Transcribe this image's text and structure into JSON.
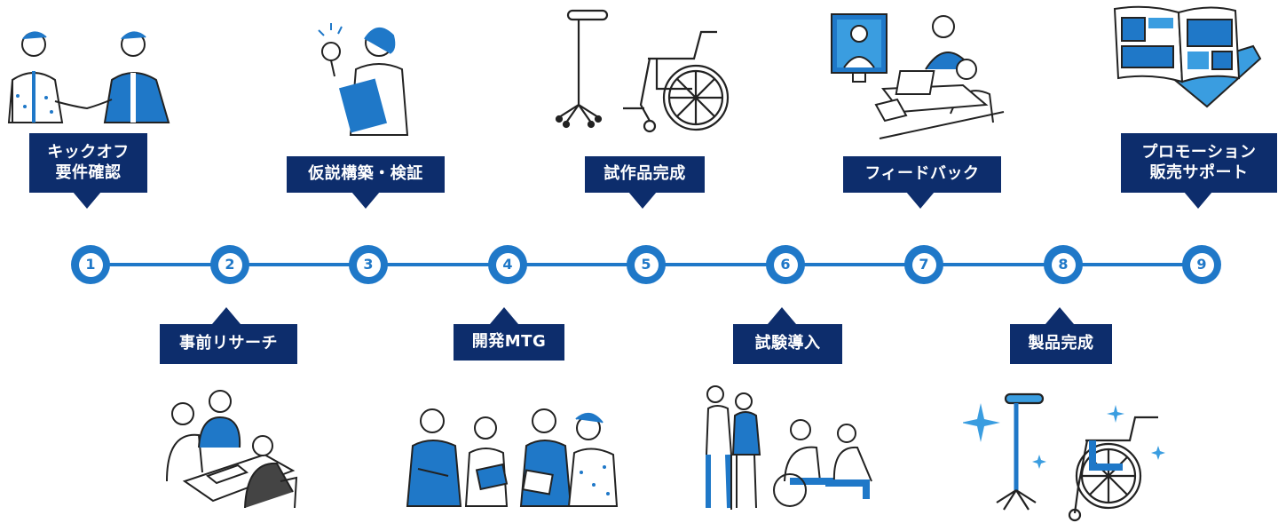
{
  "steps": [
    {
      "num": "1",
      "label": "キックオフ\n要件確認",
      "icon": "handshake-icon"
    },
    {
      "num": "2",
      "label": "事前リサーチ",
      "icon": "meeting-icon"
    },
    {
      "num": "3",
      "label": "仮説構築・検証",
      "icon": "magnifier-person-icon"
    },
    {
      "num": "4",
      "label": "開発MTG",
      "icon": "team-discussion-icon"
    },
    {
      "num": "5",
      "label": "試作品完成",
      "icon": "cane-wheelchair-icon"
    },
    {
      "num": "6",
      "label": "試験導入",
      "icon": "care-facility-icon"
    },
    {
      "num": "7",
      "label": "フィードバック",
      "icon": "video-call-icon"
    },
    {
      "num": "8",
      "label": "製品完成",
      "icon": "finished-product-icon"
    },
    {
      "num": "9",
      "label": "プロモーション\n販売サポート",
      "icon": "brochure-icon"
    }
  ],
  "colors": {
    "navy": "#0d2d6c",
    "blue": "#1f78c8",
    "light_blue": "#3a9de0"
  }
}
